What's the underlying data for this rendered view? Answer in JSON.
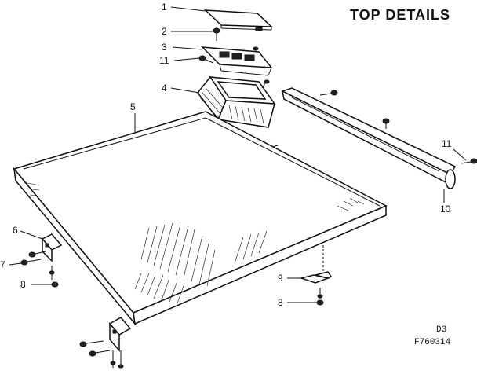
{
  "title": "TOP DETAILS",
  "callouts": {
    "c1": "1",
    "c2": "2",
    "c3": "3",
    "c11a": "11",
    "c4": "4",
    "c5": "5",
    "c11b": "11",
    "c10": "10",
    "c6": "6",
    "c7": "7",
    "c8a": "8",
    "c9": "9",
    "c8b": "8"
  },
  "codes": {
    "page": "D3",
    "figure": "F760314"
  }
}
